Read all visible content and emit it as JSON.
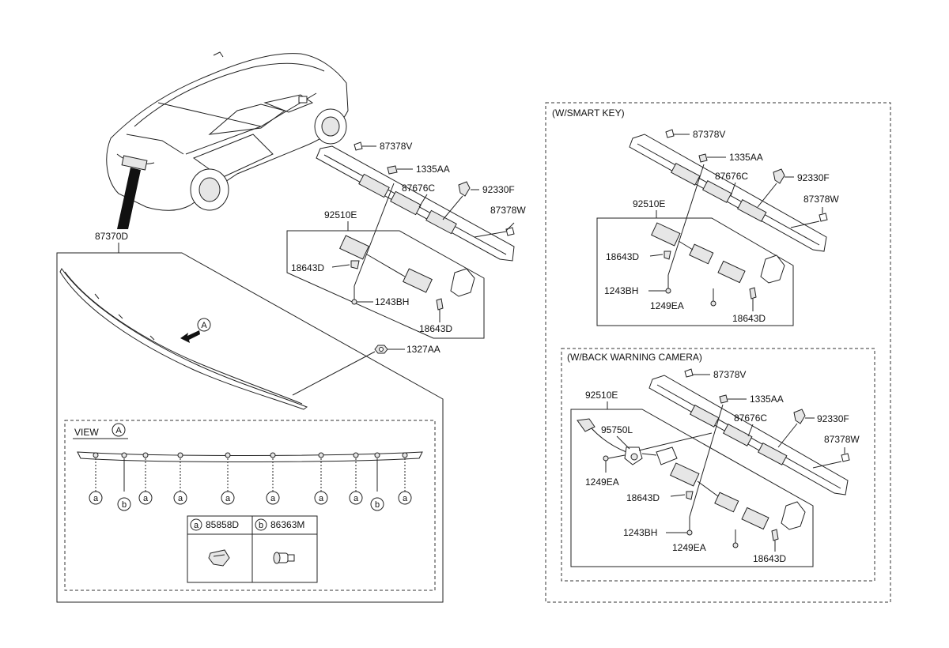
{
  "main": {
    "top_labels": {
      "p87378V": "87378V",
      "p1335AA": "1335AA",
      "p87676C": "87676C",
      "p92330F": "92330F",
      "p87378W": "87378W",
      "p92510E": "92510E",
      "p18643D_a": "18643D",
      "p1243BH": "1243BH",
      "p18643D_b": "18643D",
      "p1327AA": "1327AA",
      "p87370D": "87370D"
    },
    "view": {
      "title": "VIEW",
      "letter": "A",
      "arrow_letter": "A",
      "clip_letters": [
        "a",
        "b",
        "a",
        "a",
        "a",
        "a",
        "a",
        "a",
        "b",
        "a"
      ],
      "legend": [
        {
          "letter": "a",
          "part": "85858D"
        },
        {
          "letter": "b",
          "part": "86363M"
        }
      ]
    }
  },
  "smart_key": {
    "title": "(W/SMART KEY)",
    "labels": {
      "p87378V": "87378V",
      "p1335AA": "1335AA",
      "p87676C": "87676C",
      "p92330F": "92330F",
      "p87378W": "87378W",
      "p92510E": "92510E",
      "p18643D_a": "18643D",
      "p1243BH": "1243BH",
      "p1249EA": "1249EA",
      "p18643D_b": "18643D"
    }
  },
  "back_camera": {
    "title": "(W/BACK WARNING CAMERA)",
    "labels": {
      "p87378V": "87378V",
      "p92510E": "92510E",
      "p1335AA": "1335AA",
      "p95750L": "95750L",
      "p87676C": "87676C",
      "p92330F": "92330F",
      "p87378W": "87378W",
      "p1249EA_a": "1249EA",
      "p18643D_a": "18643D",
      "p1243BH": "1243BH",
      "p1249EA_b": "1249EA",
      "p18643D_b": "18643D"
    }
  }
}
